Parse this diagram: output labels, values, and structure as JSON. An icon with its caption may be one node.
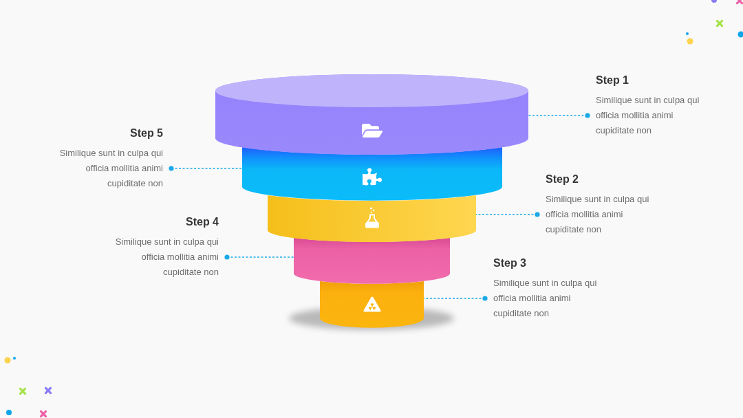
{
  "diagram": {
    "nodes": [
      {
        "text": [],
        "shape": "cylinder"
      },
      {
        "text": [],
        "shape": "cylinder"
      },
      {
        "text": [],
        "shape": "cylinder"
      },
      {
        "text": [],
        "shape": "cylinder"
      },
      {
        "text": [],
        "shape": "cylinder"
      },
      {
        "text": [
          "Step 1",
          "Similique sunt in culpa qui officia mollitia animi cupiditate non"
        ]
      },
      {
        "text": [
          "Step 2",
          "Similique sunt in culpa qui officia mollitia animi cupiditate non"
        ]
      },
      {
        "text": [
          "Step 3",
          "Similique sunt in culpa qui officia mollitia animi cupiditate non"
        ]
      },
      {
        "text": [
          "Step 4",
          "Similique sunt in culpa qui officia mollitia animi cupiditate non"
        ]
      },
      {
        "text": [
          "Step 5",
          "Similique sunt in culpa qui officia mollitia animi cupiditate non"
        ]
      }
    ],
    "edges": [
      {
        "from": 5,
        "to": 0,
        "arrow": "other",
        "style": "dashed"
      },
      {
        "from": 6,
        "to": 2,
        "arrow": "other",
        "style": "dashed"
      },
      {
        "from": 7,
        "to": 4,
        "arrow": "other",
        "style": "dashed"
      },
      {
        "from": 8,
        "to": 3,
        "arrow": "other",
        "style": "dashed"
      },
      {
        "from": 9,
        "to": 1,
        "arrow": "other",
        "style": "dashed"
      }
    ]
  }
}
